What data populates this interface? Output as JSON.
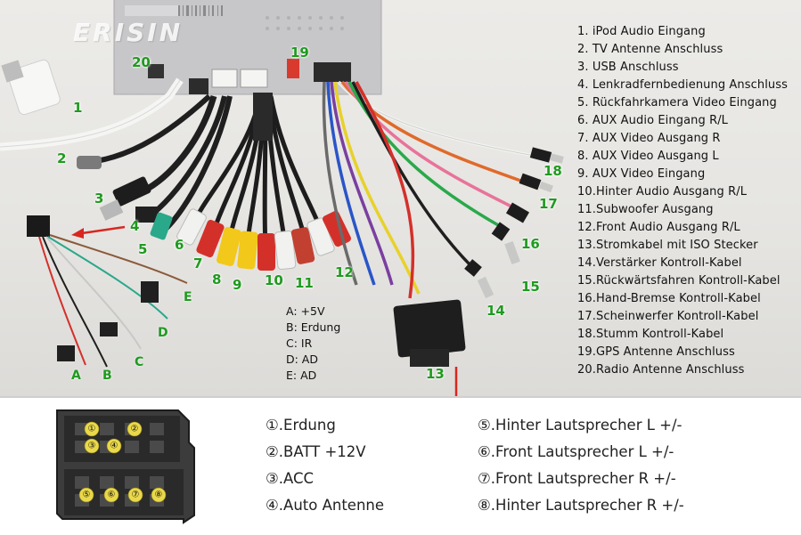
{
  "brand": {
    "logo_text": "ERISIN"
  },
  "callouts": {
    "numbers": [
      "1",
      "2",
      "3",
      "4",
      "5",
      "6",
      "7",
      "8",
      "9",
      "10",
      "11",
      "12",
      "13",
      "14",
      "15",
      "16",
      "17",
      "18",
      "19",
      "20"
    ],
    "letters": [
      "A",
      "B",
      "C",
      "D",
      "E"
    ]
  },
  "legend": {
    "items": [
      "1. iPod Audio Eingang",
      "2. TV Antenne Anschluss",
      "3. USB Anschluss",
      "4. Lenkradfernbedienung Anschluss",
      "5. Rückfahrkamera Video Eingang",
      "6. AUX Audio Eingang R/L",
      "7. AUX Video Ausgang R",
      "8. AUX Video Ausgang L",
      "9. AUX Video Eingang",
      "10.Hinter Audio Ausgang R/L",
      "11.Subwoofer Ausgang",
      "12.Front Audio Ausgang R/L",
      "13.Stromkabel mit ISO Stecker",
      "14.Verstärker Kontroll-Kabel",
      "15.Rückwärtsfahren Kontroll-Kabel",
      "16.Hand-Bremse Kontroll-Kabel",
      "17.Scheinwerfer Kontroll-Kabel",
      "18.Stumm Kontroll-Kabel",
      "19.GPS Antenne Anschluss",
      "20.Radio Antenne Anschluss"
    ]
  },
  "steering_connector_legend": {
    "items": [
      "A: +5V",
      "B: Erdung",
      "C: IR",
      "D: AD",
      "E: AD"
    ]
  },
  "iso_connector": {
    "pin_marks": [
      "①",
      "②",
      "③",
      "④",
      "⑤",
      "⑥",
      "⑦",
      "⑧"
    ],
    "pins_left": [
      "①.Erdung",
      "②.BATT +12V",
      "③.ACC",
      "④.Auto Antenne"
    ],
    "pins_right": [
      "⑤.Hinter Lautsprecher L +/-",
      "⑥.Front Lautsprecher L +/-",
      "⑦.Front Lautsprecher R +/-",
      "⑧.Hinter Lautsprecher R +/-"
    ]
  },
  "colors": {
    "callout_green": "#1f9a1f",
    "arrow_red": "#d8271f",
    "rca_red": "#d4302a",
    "rca_white": "#f1f1ef",
    "rca_yellow": "#f2c81a",
    "rca_green": "#29a88a"
  }
}
